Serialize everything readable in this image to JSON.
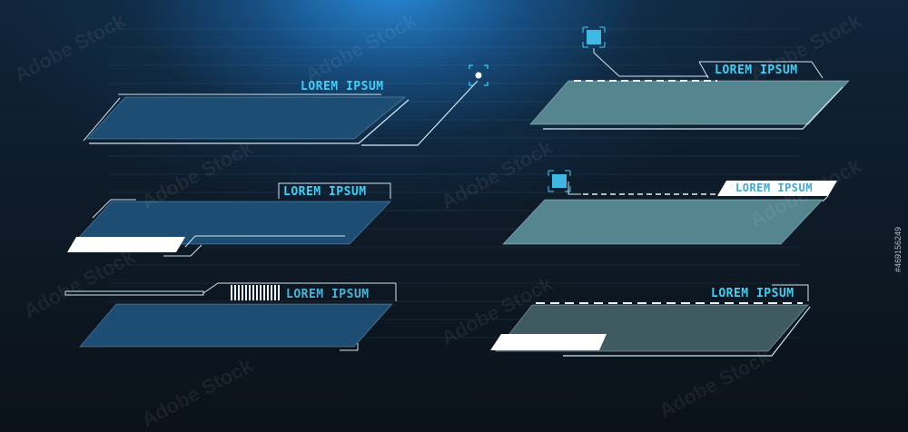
{
  "panels": {
    "p1": {
      "label": "LOREM IPSUM"
    },
    "p2": {
      "label": "LOREM IPSUM"
    },
    "p3": {
      "label": "LOREM IPSUM"
    },
    "p4": {
      "label": "LOREM IPSUM"
    },
    "p5": {
      "label": "LOREM IPSUM"
    },
    "p6": {
      "label": "LOREM IPSUM"
    }
  },
  "watermark": {
    "text": "Adobe Stock",
    "id": "#469156249"
  },
  "colors": {
    "accent": "#3fd0f5",
    "panel_blue": "#1e4d73",
    "panel_teal": "#55858f",
    "outline": "#cfe6f2"
  }
}
